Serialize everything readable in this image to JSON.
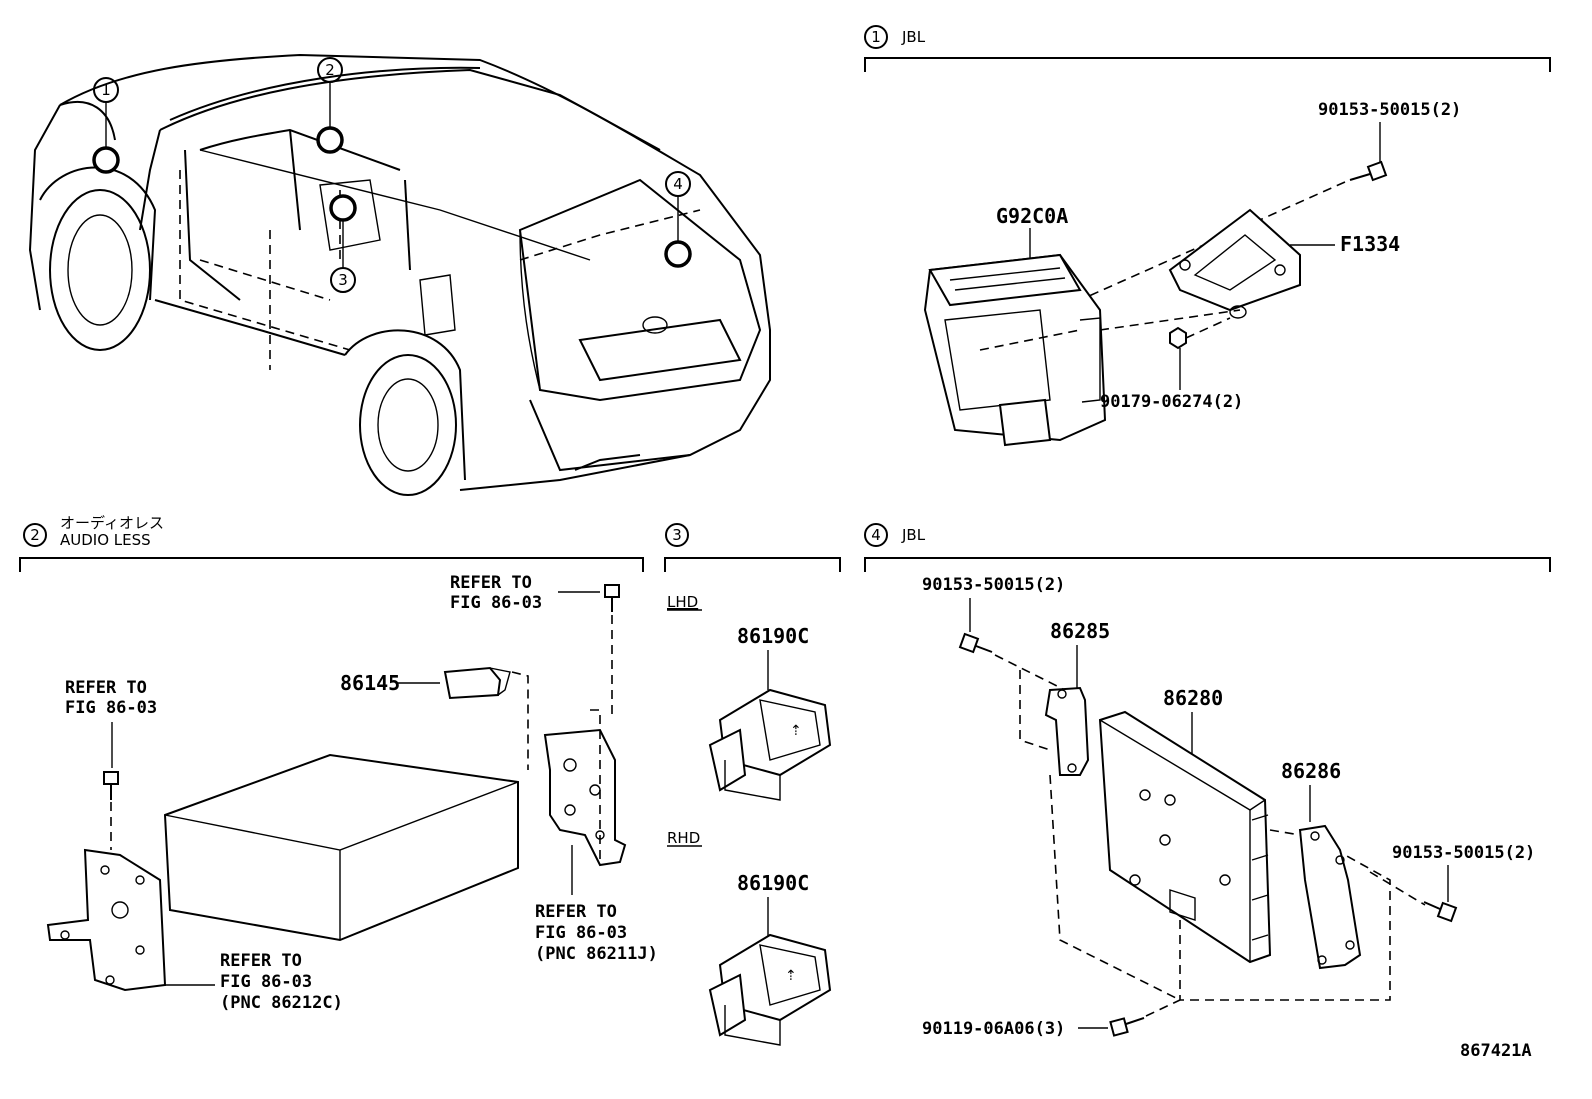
{
  "car": {
    "callouts": [
      "1",
      "2",
      "3",
      "4"
    ]
  },
  "sections": {
    "s1": {
      "num": "1",
      "title": "JBL",
      "parts": {
        "bolt_top": "90153-50015(2)",
        "module": "G92C0A",
        "bracket": "F1334",
        "nut": "90179-06274(2)"
      }
    },
    "s2": {
      "num": "2",
      "title_jp": "オーディオレス",
      "title_en": "AUDIO LESS",
      "parts": {
        "refer_top_1": "REFER TO",
        "refer_top_2": "FIG 86-03",
        "refer_left_1": "REFER TO",
        "refer_left_2": "FIG 86-03",
        "connector": "86145",
        "refer_right_1": "REFER TO",
        "refer_right_2": "FIG 86-03",
        "refer_right_3": "(PNC 86211J)",
        "refer_bottom_1": "REFER TO",
        "refer_bottom_2": "FIG 86-03",
        "refer_bottom_3": "(PNC 86212C)"
      }
    },
    "s3": {
      "num": "3",
      "lhd": "LHD",
      "rhd": "RHD",
      "part_lhd": "86190C",
      "part_rhd": "86190C"
    },
    "s4": {
      "num": "4",
      "title": "JBL",
      "parts": {
        "bolt_left": "90153-50015(2)",
        "bracket_left": "86285",
        "amp": "86280",
        "bracket_right": "86286",
        "bolt_right": "90153-50015(2)",
        "bolt_bottom": "90119-06A06(3)"
      }
    }
  },
  "figure_id": "867421A"
}
